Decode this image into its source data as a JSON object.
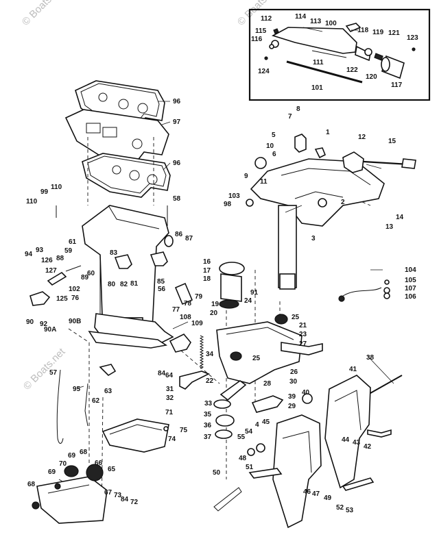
{
  "watermark": "© Boats.net",
  "callouts": [
    {
      "id": "c112",
      "label": "112"
    },
    {
      "id": "c114",
      "label": "114"
    },
    {
      "id": "c113",
      "label": "113"
    },
    {
      "id": "c100",
      "label": "100"
    },
    {
      "id": "c118",
      "label": "118"
    },
    {
      "id": "c115",
      "label": "115"
    },
    {
      "id": "c116",
      "label": "116"
    },
    {
      "id": "c119",
      "label": "119"
    },
    {
      "id": "c121",
      "label": "121"
    },
    {
      "id": "c123",
      "label": "123"
    },
    {
      "id": "c124",
      "label": "124"
    },
    {
      "id": "c111",
      "label": "111"
    },
    {
      "id": "c122",
      "label": "122"
    },
    {
      "id": "c120",
      "label": "120"
    },
    {
      "id": "c101",
      "label": "101"
    },
    {
      "id": "c117",
      "label": "117"
    },
    {
      "id": "c96a",
      "label": "96"
    },
    {
      "id": "c97",
      "label": "97"
    },
    {
      "id": "c96b",
      "label": "96"
    },
    {
      "id": "c7",
      "label": "7"
    },
    {
      "id": "c8",
      "label": "8"
    },
    {
      "id": "c5",
      "label": "5"
    },
    {
      "id": "c1",
      "label": "1"
    },
    {
      "id": "c12",
      "label": "12"
    },
    {
      "id": "c15",
      "label": "15"
    },
    {
      "id": "c10",
      "label": "10"
    },
    {
      "id": "c6",
      "label": "6"
    },
    {
      "id": "c9",
      "label": "9"
    },
    {
      "id": "c11",
      "label": "11"
    },
    {
      "id": "c103",
      "label": "103"
    },
    {
      "id": "c98",
      "label": "98"
    },
    {
      "id": "c2",
      "label": "2"
    },
    {
      "id": "c14",
      "label": "14"
    },
    {
      "id": "c13",
      "label": "13"
    },
    {
      "id": "c3",
      "label": "3"
    },
    {
      "id": "c110a",
      "label": "110"
    },
    {
      "id": "c99",
      "label": "99"
    },
    {
      "id": "c110b",
      "label": "110"
    },
    {
      "id": "c58",
      "label": "58"
    },
    {
      "id": "c61",
      "label": "61"
    },
    {
      "id": "c59",
      "label": "59"
    },
    {
      "id": "c86",
      "label": "86"
    },
    {
      "id": "c87",
      "label": "87"
    },
    {
      "id": "c94",
      "label": "94"
    },
    {
      "id": "c93",
      "label": "93"
    },
    {
      "id": "c126",
      "label": "126"
    },
    {
      "id": "c88",
      "label": "88"
    },
    {
      "id": "c60",
      "label": "60"
    },
    {
      "id": "c83",
      "label": "83"
    },
    {
      "id": "c89",
      "label": "89"
    },
    {
      "id": "c127",
      "label": "127"
    },
    {
      "id": "c102",
      "label": "102"
    },
    {
      "id": "c76",
      "label": "76"
    },
    {
      "id": "c80",
      "label": "80"
    },
    {
      "id": "c82",
      "label": "82"
    },
    {
      "id": "c81",
      "label": "81"
    },
    {
      "id": "c85",
      "label": "85"
    },
    {
      "id": "c56",
      "label": "56"
    },
    {
      "id": "c79",
      "label": "79"
    },
    {
      "id": "c78",
      "label": "78"
    },
    {
      "id": "c77",
      "label": "77"
    },
    {
      "id": "c125",
      "label": "125"
    },
    {
      "id": "c90",
      "label": "90"
    },
    {
      "id": "c92",
      "label": "92"
    },
    {
      "id": "c90A",
      "label": "90A"
    },
    {
      "id": "c90B",
      "label": "90B"
    },
    {
      "id": "c16",
      "label": "16"
    },
    {
      "id": "c17",
      "label": "17"
    },
    {
      "id": "c18",
      "label": "18"
    },
    {
      "id": "c19",
      "label": "19"
    },
    {
      "id": "c20",
      "label": "20"
    },
    {
      "id": "c24",
      "label": "24"
    },
    {
      "id": "c91",
      "label": "91"
    },
    {
      "id": "c104",
      "label": "104"
    },
    {
      "id": "c105",
      "label": "105"
    },
    {
      "id": "c107",
      "label": "107"
    },
    {
      "id": "c106",
      "label": "106"
    },
    {
      "id": "c25a",
      "label": "25"
    },
    {
      "id": "c21",
      "label": "21"
    },
    {
      "id": "c23",
      "label": "23"
    },
    {
      "id": "c27",
      "label": "27"
    },
    {
      "id": "c108",
      "label": "108"
    },
    {
      "id": "c109",
      "label": "109"
    },
    {
      "id": "c34",
      "label": "34"
    },
    {
      "id": "c25b",
      "label": "25"
    },
    {
      "id": "c26",
      "label": "26"
    },
    {
      "id": "c28",
      "label": "28"
    },
    {
      "id": "c30",
      "label": "30"
    },
    {
      "id": "c38",
      "label": "38"
    },
    {
      "id": "c84a",
      "label": "84"
    },
    {
      "id": "c64",
      "label": "64"
    },
    {
      "id": "c57",
      "label": "57"
    },
    {
      "id": "c95",
      "label": "95"
    },
    {
      "id": "c62",
      "label": "62"
    },
    {
      "id": "c63",
      "label": "63"
    },
    {
      "id": "c31",
      "label": "31"
    },
    {
      "id": "c22",
      "label": "22"
    },
    {
      "id": "c32",
      "label": "32"
    },
    {
      "id": "c33",
      "label": "33"
    },
    {
      "id": "c35",
      "label": "35"
    },
    {
      "id": "c36",
      "label": "36"
    },
    {
      "id": "c37",
      "label": "37"
    },
    {
      "id": "c41",
      "label": "41"
    },
    {
      "id": "c39",
      "label": "39"
    },
    {
      "id": "c29",
      "label": "29"
    },
    {
      "id": "c40",
      "label": "40"
    },
    {
      "id": "c71",
      "label": "71"
    },
    {
      "id": "c75",
      "label": "75"
    },
    {
      "id": "c74",
      "label": "74"
    },
    {
      "id": "c45",
      "label": "45"
    },
    {
      "id": "c54",
      "label": "54"
    },
    {
      "id": "c55",
      "label": "55"
    },
    {
      "id": "c4",
      "label": "4"
    },
    {
      "id": "c44",
      "label": "44"
    },
    {
      "id": "c43",
      "label": "43"
    },
    {
      "id": "c42",
      "label": "42"
    },
    {
      "id": "c68a",
      "label": "68"
    },
    {
      "id": "c70",
      "label": "70"
    },
    {
      "id": "c69a",
      "label": "69"
    },
    {
      "id": "c66",
      "label": "66"
    },
    {
      "id": "c65",
      "label": "65"
    },
    {
      "id": "c69b",
      "label": "69"
    },
    {
      "id": "c48",
      "label": "48"
    },
    {
      "id": "c51",
      "label": "51"
    },
    {
      "id": "c50",
      "label": "50"
    },
    {
      "id": "c68b",
      "label": "68"
    },
    {
      "id": "c67",
      "label": "67"
    },
    {
      "id": "c73",
      "label": "73"
    },
    {
      "id": "c84b",
      "label": "84"
    },
    {
      "id": "c72",
      "label": "72"
    },
    {
      "id": "c46",
      "label": "46"
    },
    {
      "id": "c47",
      "label": "47"
    },
    {
      "id": "c49",
      "label": "49"
    },
    {
      "id": "c52",
      "label": "52"
    },
    {
      "id": "c53",
      "label": "53"
    }
  ]
}
